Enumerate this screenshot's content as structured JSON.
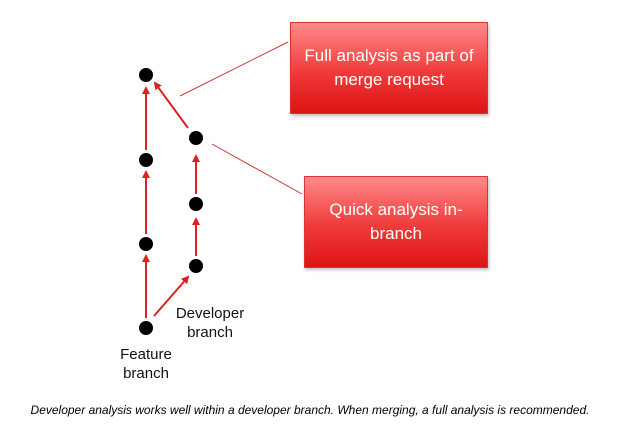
{
  "callouts": {
    "full": "Full analysis as part of merge request",
    "quick": "Quick analysis in-branch"
  },
  "labels": {
    "developer_branch": "Developer branch",
    "feature_branch": "Feature branch"
  },
  "caption": "Developer analysis works well within a developer branch. When merging, a full analysis is recommended.",
  "colors": {
    "arrow": "#e02020",
    "node": "#000000",
    "callout_fill": "#f03a3a",
    "connector": "#d33333"
  }
}
